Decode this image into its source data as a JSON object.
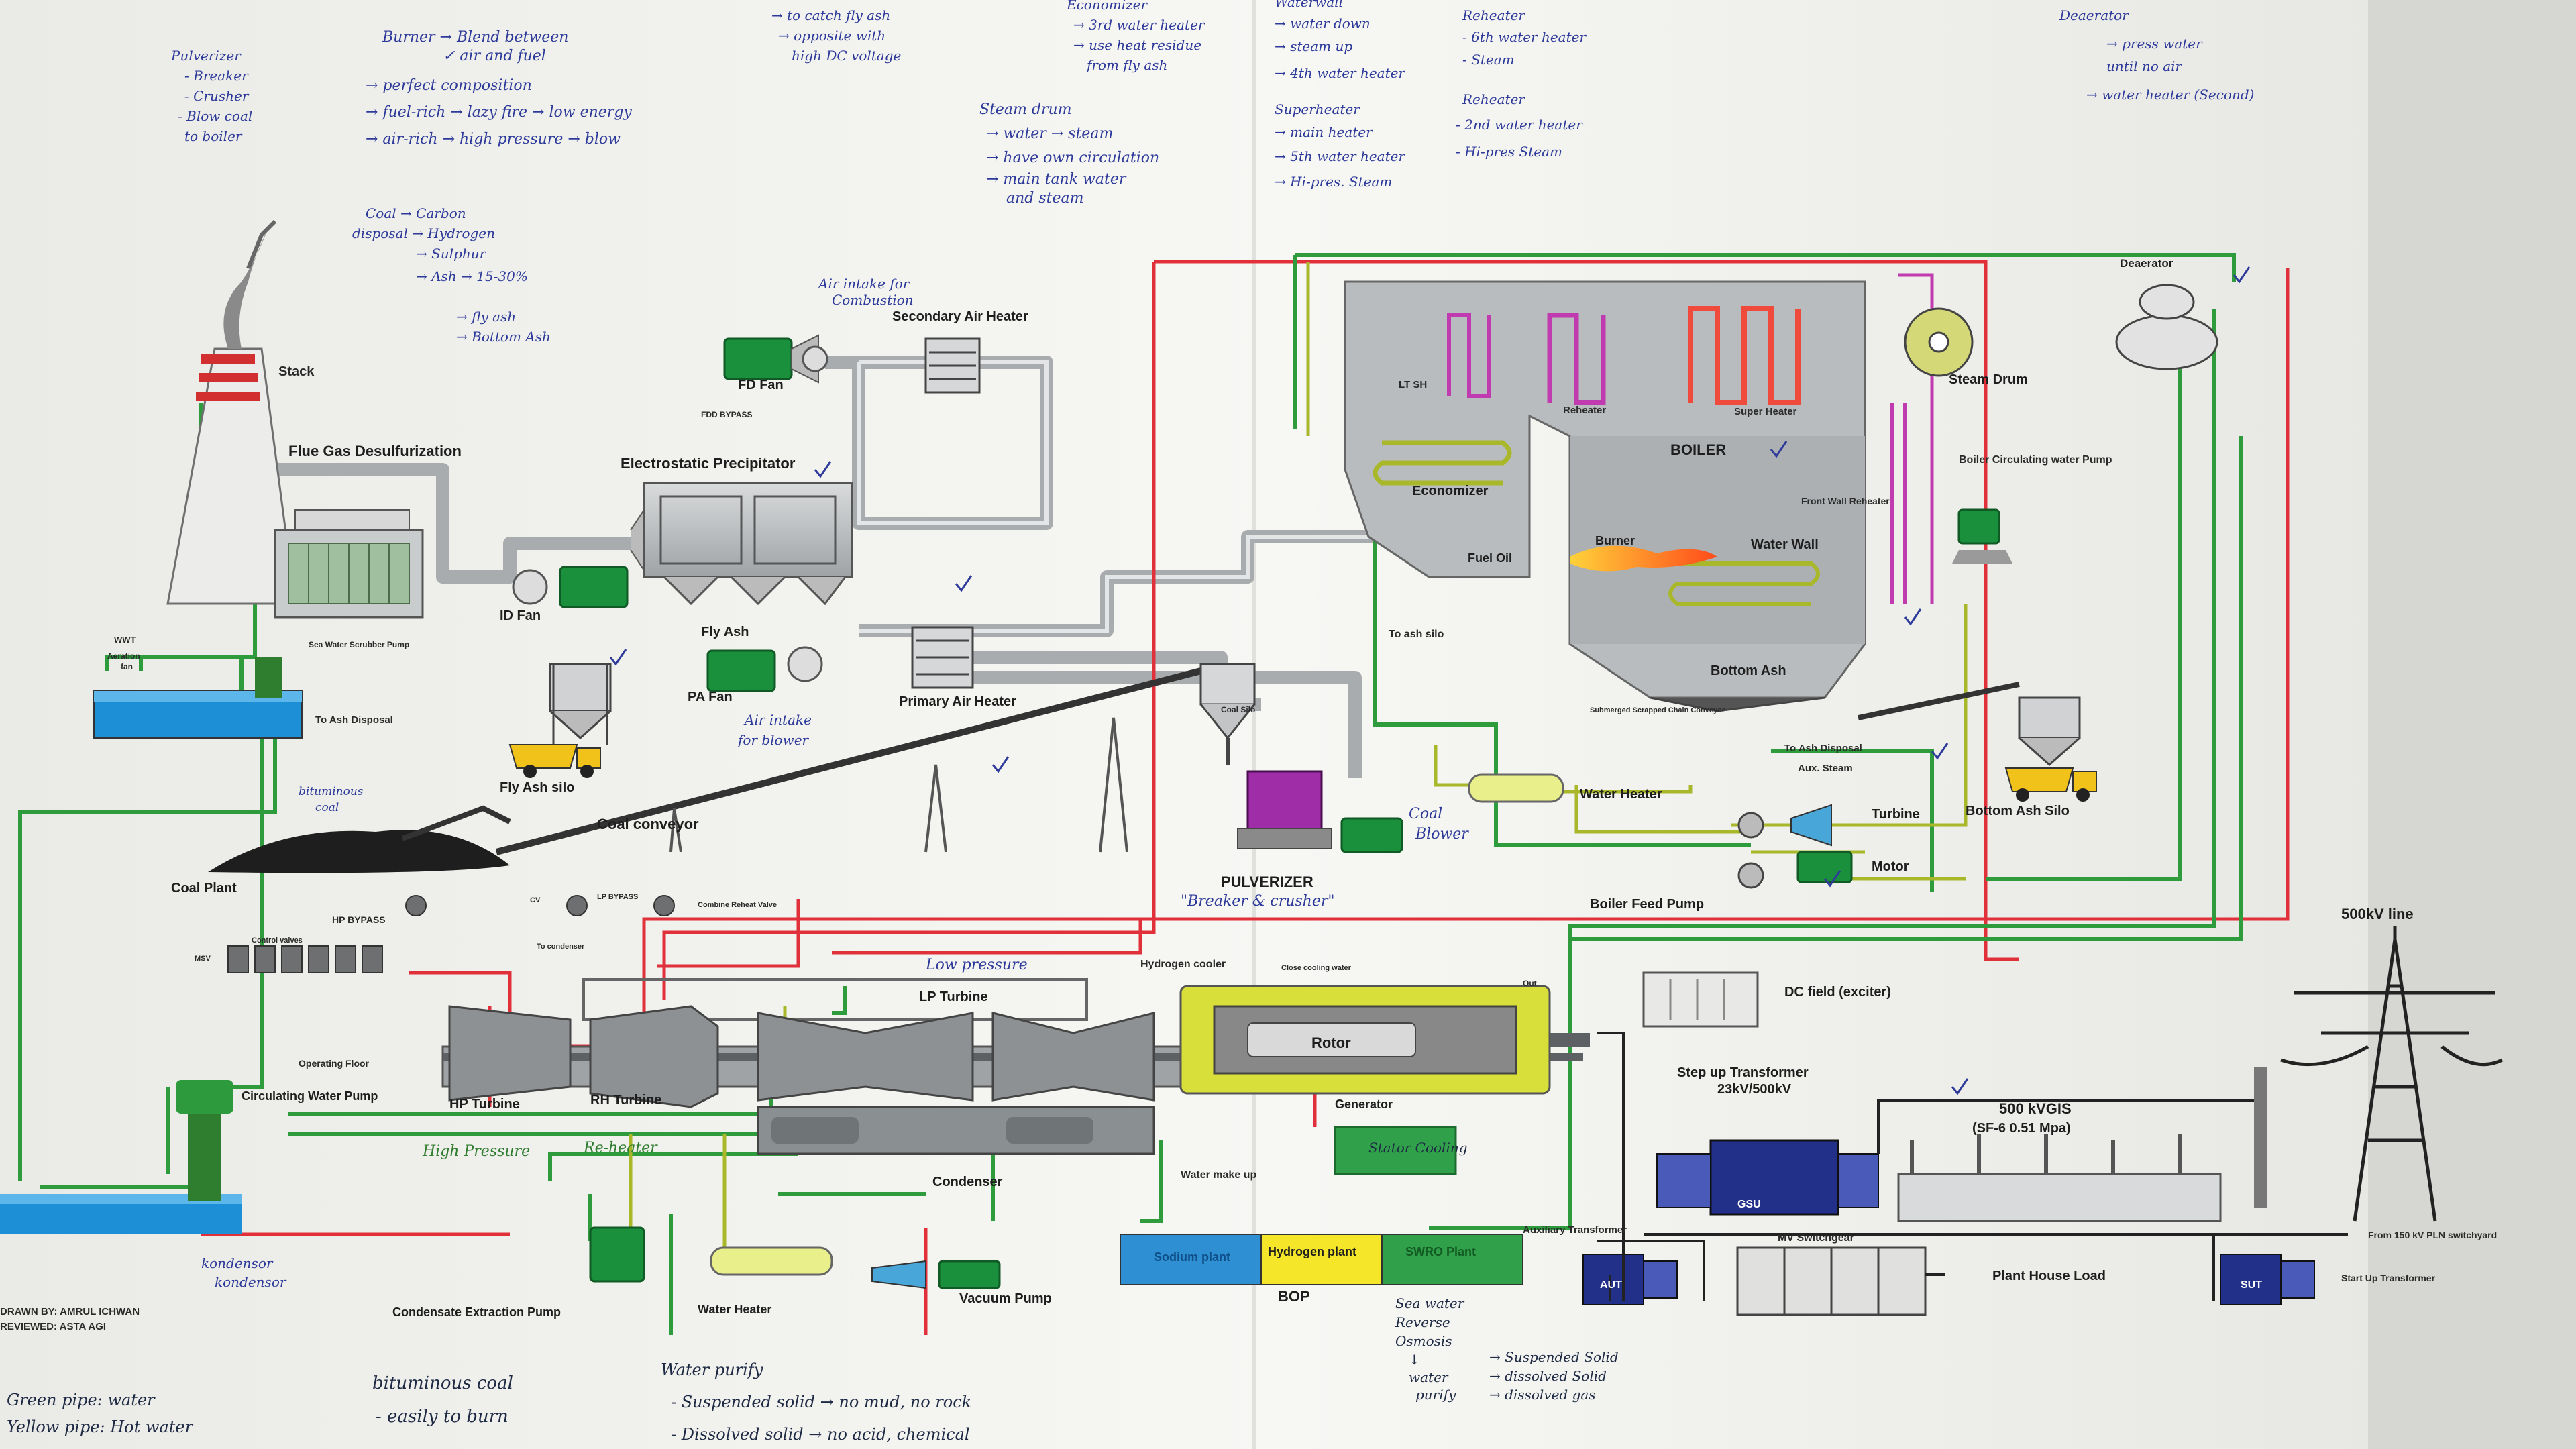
{
  "notes": {
    "pulverizer_flow": [
      "Pulverizer",
      "- Breaker",
      "- Crusher",
      "- Blow coal",
      "to boiler"
    ],
    "burner": [
      "Burner → Blend between",
      "✓ air and fuel",
      "→ perfect composition",
      "→ fuel-rich → lazy fire → low energy",
      "→ air-rich → high pressure → blow"
    ],
    "coal_comp": [
      "Coal → Carbon",
      "disposal → Hydrogen",
      "→ Sulphur",
      "→ Ash → 15-30%",
      "→ fly ash",
      "→ Bottom Ash"
    ],
    "flyash": [
      "→ to catch fly ash",
      "→ opposite with",
      "high DC voltage"
    ],
    "economizer": [
      "Economizer",
      "→ 3rd water heater",
      "→ use heat residue",
      "from fly ash"
    ],
    "waterwall": [
      "Waterwall",
      "→ water down",
      "→ steam up",
      "→ 4th water heater"
    ],
    "reheater_note": [
      "Reheater",
      "- 6th water heater",
      "- Steam"
    ],
    "deaerator_note": [
      "Deaerator",
      "→ press water",
      "until no air",
      "→ water heater (Second)"
    ],
    "steam_drum_note": [
      "Steam drum",
      "→ water → steam",
      "→ have own circulation",
      "→ main tank water",
      "and steam"
    ],
    "superheater_note": [
      "Superheater",
      "→ main heater",
      "→ 5th water heater",
      "→ Hi-pres. Steam"
    ],
    "reheater2_note": [
      "Reheater",
      "- 2nd water heater",
      "- Hi-pres Steam"
    ],
    "air_intake_combustion": [
      "Air intake for",
      "Combustion"
    ],
    "air_intake_blower": [
      "Air intake",
      "for blower"
    ],
    "bituminous_small": [
      "bituminous",
      "coal"
    ],
    "coal_blower": [
      "Coal",
      "Blower"
    ],
    "breaker_crusher": "\"Breaker & crusher\"",
    "low_pressure": "Low pressure",
    "high_pressure": "High Pressure",
    "reheater_hand": "Re-heater",
    "kondensor": [
      "kondensor",
      "kondensor"
    ],
    "legend": [
      "Green pipe: water",
      "Yellow pipe: Hot water"
    ],
    "bituminous_bottom": [
      "bituminous coal",
      "- easily to burn"
    ],
    "water_purify": [
      "Water purify",
      "- Suspended solid → no mud, no rock",
      "- Dissolved solid → no acid, chemical"
    ],
    "swro_note": [
      "Sea water",
      "Reverse",
      "Osmosis",
      "↓",
      "water",
      "purify"
    ],
    "solid_note": [
      "→ Suspended Solid",
      "→ dissolved Solid",
      "→ dissolved gas"
    ]
  },
  "labels": {
    "stack": "Stack",
    "fgd": "Flue Gas Desulfurization",
    "esp": "Electrostatic Precipitator",
    "sec_air_heater": "Secondary Air Heater",
    "fd_fan": "FD Fan",
    "fdd_bypass": "FDD BYPASS",
    "id_fan": "ID Fan",
    "fly_ash": "Fly Ash",
    "pa_fan": "PA Fan",
    "primary_air_heater": "Primary Air Heater",
    "fly_ash_silo": "Fly Ash silo",
    "wwt": "WWT",
    "aeration": "Aeration",
    "fan": "fan",
    "seawater_pump": "Sea Water Scrubber Pump",
    "to_ash_disposal_left": "To Ash Disposal",
    "coal_plant": "Coal Plant",
    "coal_conveyor": "Coal conveyor",
    "pulverizer": "PULVERIZER",
    "coal_silo": "Coal Silo",
    "lt_sh": "LT SH",
    "reheater": "Reheater",
    "super_heater": "Super Heater",
    "boiler": "BOILER",
    "economizer": "Economizer",
    "front_wall_reheater": "Front Wall Reheater",
    "water_wall": "Water Wall",
    "burner": "Burner",
    "fuel_oil": "Fuel Oil",
    "to_ash_silo": "To ash silo",
    "bottom_ash": "Bottom Ash",
    "submerged_conveyor": "Submerged Scrapped Chain Conveyor",
    "steam_drum": "Steam Drum",
    "deaerator": "Deaerator",
    "boiler_circ_pump": "Boiler Circulating water Pump",
    "to_ash_disposal_right": "To Ash Disposal",
    "aux_steam": "Aux. Steam",
    "water_heater_top": "Water Heater",
    "turbine": "Turbine",
    "bottom_ash_silo": "Bottom Ash Silo",
    "motor": "Motor",
    "boiler_feed_pump": "Boiler Feed Pump",
    "line_500kv": "500kV line",
    "hp_bypass": "HP BYPASS",
    "control_valves": "Control valves",
    "msv": "MSV",
    "cv": "CV",
    "lp_bypass": "LP BYPASS",
    "combined_reheat_valve": "Combine Reheat Valve",
    "to_condenser": "To condenser",
    "lp_turbine": "LP Turbine",
    "hp_turbine": "HP Turbine",
    "rh_turbine": "RH Turbine",
    "operating_floor": "Operating Floor",
    "circ_water_pump": "Circulating Water Pump",
    "hydrogen_cooler": "Hydrogen cooler",
    "close_cooling_water": "Close cooling water",
    "rotor": "Rotor",
    "generator": "Generator",
    "stator_cooling": "Stator Cooling",
    "water_makeup": "Water make up",
    "condenser": "Condenser",
    "dc_field": "DC field (exciter)",
    "step_up": "Step up Transformer",
    "step_up_rating": "23kV/500kV",
    "gis": "500 kVGIS",
    "gis_rating": "(SF-6   0.51 Mpa)",
    "gsu": "GSU",
    "mv_switchgear": "MV Switchgear",
    "aux_transformer": "Auxiliary Transformer",
    "aut": "AUT",
    "sut": "SUT",
    "plant_house_load": "Plant House Load",
    "from_150kv": "From 150 kV PLN switchyard",
    "start_up_transformer": "Start Up Transformer",
    "bop": "BOP",
    "sodium_plant": "Sodium plant",
    "hydrogen_plant": "Hydrogen plant",
    "swro_plant": "SWRO Plant",
    "condensate_pump": "Condensate Extraction Pump",
    "water_heater_bottom": "Water Heater",
    "vacuum_pump": "Vacuum Pump",
    "drawn_by": "DRAWN BY: AMRUL ICHWAN",
    "reviewed": "REVIEWED: ASTA AGI",
    "out": "Out"
  },
  "colors": {
    "sheet": "#f4f4f1",
    "water_pipe": "#2e9c3c",
    "hot_water_pipe": "#a8b82a",
    "steam_pipe": "#e0303a",
    "reheat_pipe": "#c03ab0",
    "flue_duct": "#a9acaf",
    "sea": "#1c8fd6",
    "ink_blue": "#2d3a9a"
  }
}
